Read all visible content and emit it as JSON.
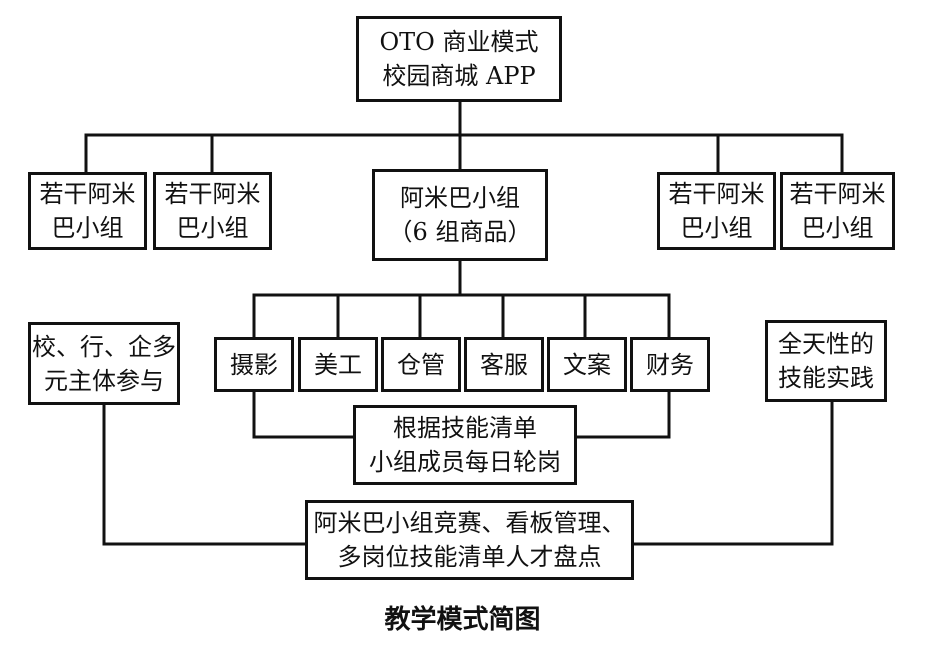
{
  "diagram": {
    "root": {
      "line1": "OTO 商业模式",
      "line2": "校园商城 APP"
    },
    "left_groups": [
      {
        "line1": "若干阿米",
        "line2": "巴小组"
      },
      {
        "line1": "若干阿米",
        "line2": "巴小组"
      }
    ],
    "center_group": {
      "line1": "阿米巴小组",
      "line2": "（6 组商品）"
    },
    "right_groups": [
      {
        "line1": "若干阿米",
        "line2": "巴小组"
      },
      {
        "line1": "若干阿米",
        "line2": "巴小组"
      }
    ],
    "roles": [
      "摄影",
      "美工",
      "仓管",
      "客服",
      "文案",
      "财务"
    ],
    "rotation": {
      "line1": "根据技能清单",
      "line2": "小组成员每日轮岗"
    },
    "stakeholders": {
      "line1": "校、行、企多",
      "line2": "元主体参与"
    },
    "practice": {
      "line1": "全天性的",
      "line2": "技能实践"
    },
    "outcome": {
      "line1": "阿米巴小组竞赛、看板管理、",
      "line2": "多岗位技能清单人才盘点"
    },
    "caption": "教学模式简图"
  },
  "colors": {
    "line": "#111111",
    "background": "#ffffff"
  }
}
